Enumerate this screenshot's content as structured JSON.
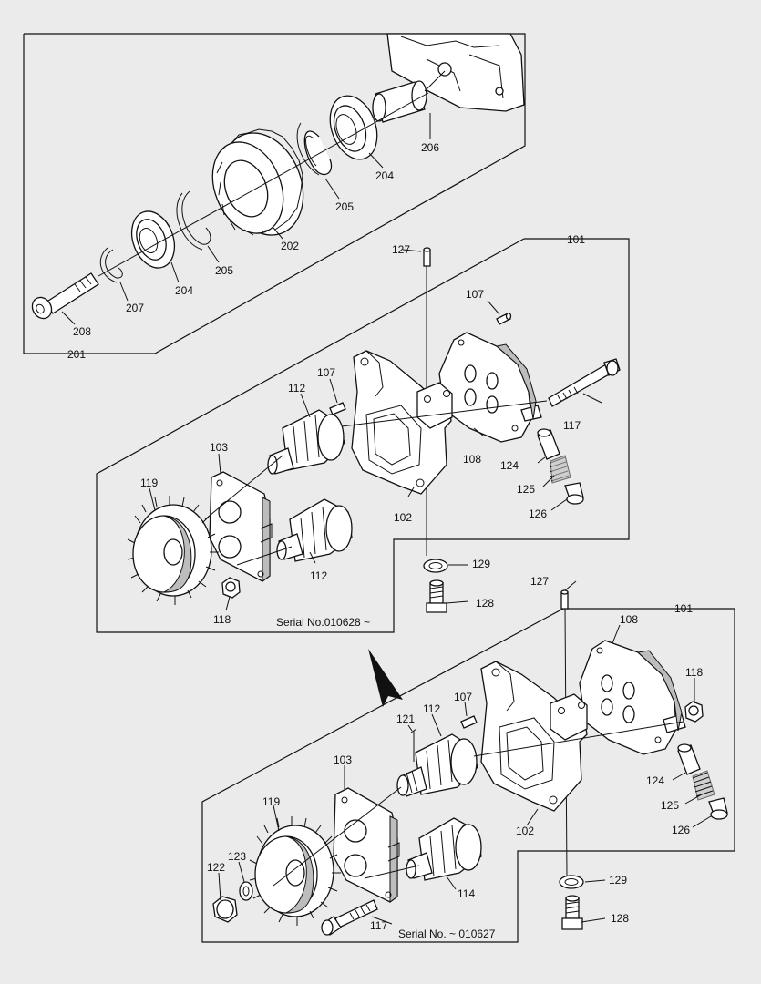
{
  "labels": {
    "l_201": "201",
    "l_202": "202",
    "l_204a": "204",
    "l_204b": "204",
    "l_205a": "205",
    "l_205b": "205",
    "l_206": "206",
    "l_207": "207",
    "l_208": "208",
    "u_101": "101",
    "u_127": "127",
    "u_107a": "107",
    "u_107b": "107",
    "u_112a": "112",
    "u_112b": "112",
    "u_103": "103",
    "u_119": "119",
    "u_118": "118",
    "u_102": "102",
    "u_108": "108",
    "u_117": "117",
    "u_124": "124",
    "u_125": "125",
    "u_126": "126",
    "u_129": "129",
    "u_128": "128",
    "b_101": "101",
    "b_127": "127",
    "b_108": "108",
    "b_118": "118",
    "b_107": "107",
    "b_112": "112",
    "b_121": "121",
    "b_103": "103",
    "b_119": "119",
    "b_123": "123",
    "b_122": "122",
    "b_102": "102",
    "b_114": "114",
    "b_117": "117",
    "b_124": "124",
    "b_125": "125",
    "b_126": "126",
    "b_129": "129",
    "b_128": "128"
  },
  "serials": {
    "upper": "Serial No.010628 ~",
    "lower": "Serial No. ~ 010627"
  }
}
